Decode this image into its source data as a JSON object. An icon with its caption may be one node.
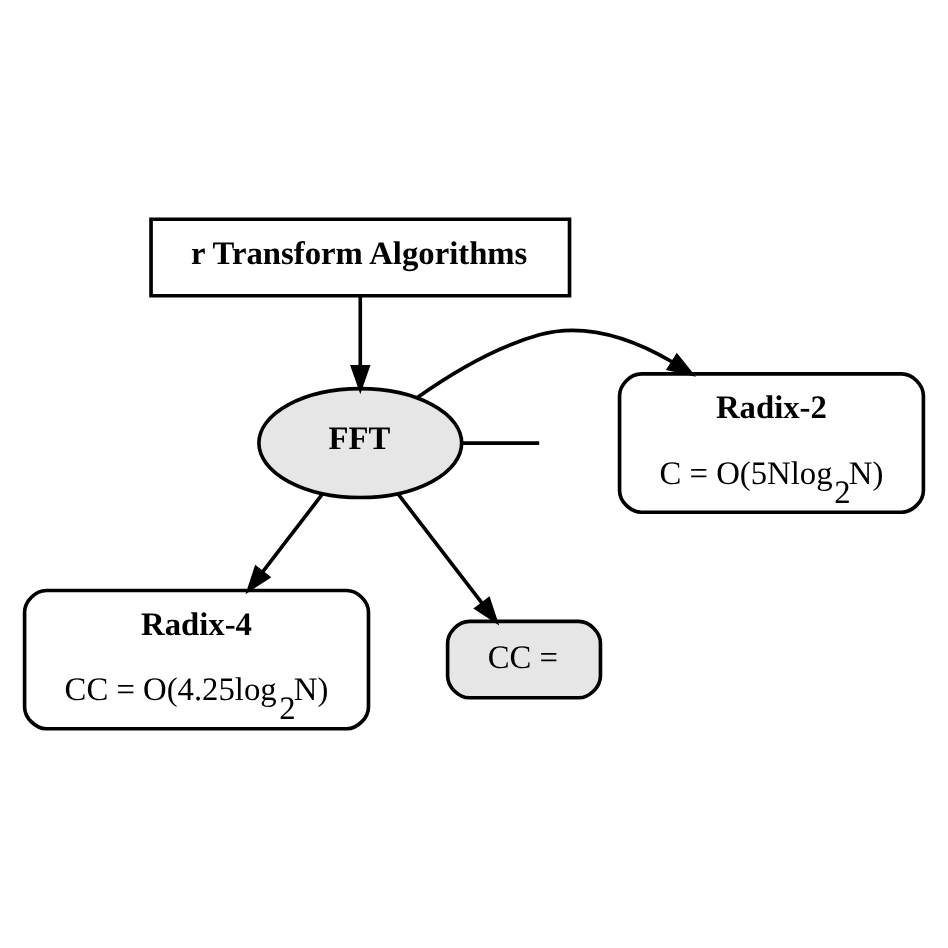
{
  "diagram": {
    "nodes": [
      {
        "text": [
          "r Transform Algorithms"
        ]
      },
      {
        "text": [
          "Radix-2",
          "C = O(5Nlog$_{2}$N)"
        ]
      },
      {
        "text": [
          "FFT"
        ]
      },
      {
        "text": [
          "Radix-4",
          "CC = O(4.25log$_{2}$N)"
        ]
      },
      {
        "text": [
          "CC ="
        ]
      }
    ],
    "edges": [
      {
        "from": 0,
        "to": 2,
        "arrow": "to"
      },
      {
        "from": 2,
        "to": 1,
        "arrow": "to"
      },
      {
        "from": 2,
        "to": null,
        "arrow": "none"
      },
      {
        "from": 2,
        "to": 3,
        "arrow": "to"
      },
      {
        "from": 2,
        "to": 4,
        "arrow": "to"
      }
    ]
  }
}
